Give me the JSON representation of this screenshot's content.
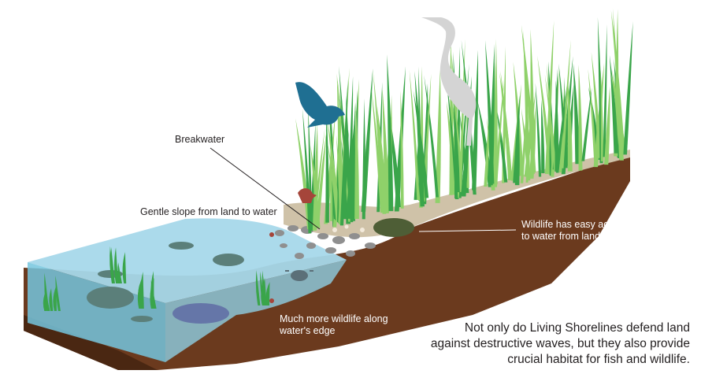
{
  "labels": {
    "breakwater": "Breakwater",
    "gentle_slope": "Gentle slope from land to water",
    "wildlife_access": [
      "Wildlife has easy access",
      "to water from land"
    ],
    "much_more_wildlife": [
      "Much more wildlife along",
      "water's edge"
    ]
  },
  "caption": "Not only do Living Shorelines defend land against destructive waves, but they also provide crucial habitat for fish and wildlife.",
  "colors": {
    "soil": "#6b3a1e",
    "soil_dark": "#4a2712",
    "sand": "#cfc2a8",
    "water_top": "#9fd3e6",
    "water_front": "#6fc3dc",
    "grass": "#3aa54a",
    "grass_light": "#8fd16a",
    "bird": "#1f6f92",
    "heron": "#d2d2d2",
    "fish": "#5b7f7a",
    "callout_text": "#231f20"
  }
}
